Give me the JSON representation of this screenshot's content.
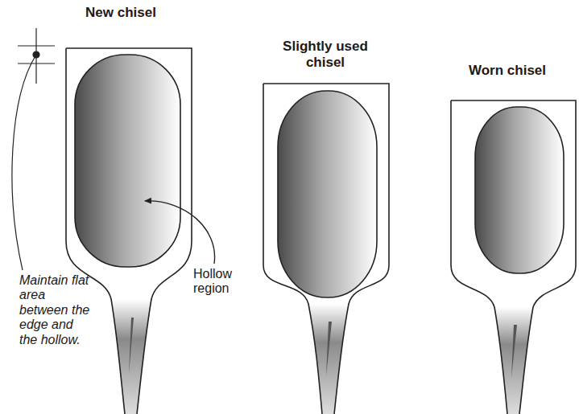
{
  "diagram": {
    "labels": [
      "New chisel",
      "Slightly used chisel",
      "Worn chisel",
      "Hollow region",
      "Maintain flat area between the edge and the hollow."
    ]
  }
}
